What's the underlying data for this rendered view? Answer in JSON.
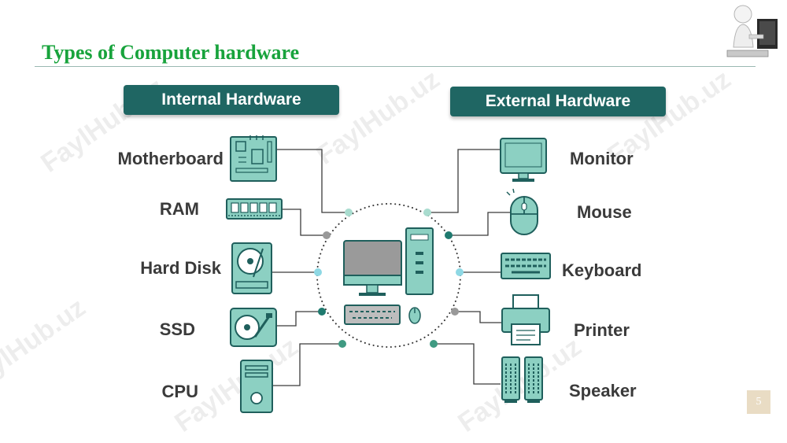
{
  "slide": {
    "title": "Types of Computer hardware",
    "page_number": "5"
  },
  "internal": {
    "heading": "Internal Hardware",
    "items": [
      "Motherboard",
      "RAM",
      "Hard Disk",
      "SSD",
      "CPU"
    ]
  },
  "external": {
    "heading": "External Hardware",
    "items": [
      "Monitor",
      "Mouse",
      "Keyboard",
      "Printer",
      "Speaker"
    ]
  },
  "watermark": "FaylHub.uz",
  "colors": {
    "title_green": "#18a33c",
    "pill_teal": "#1f6663",
    "icon_fill": "#8cd0c2",
    "icon_stroke": "#1f5f5c",
    "dot_light": "#a9dccf",
    "dot_dark": "#1f7a6f",
    "dot_cyan": "#8ed8e4",
    "dot_grey": "#999999"
  }
}
